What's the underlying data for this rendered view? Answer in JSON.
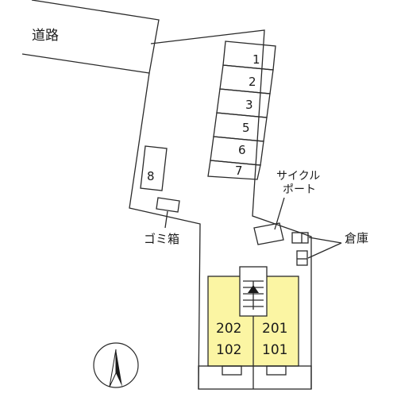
{
  "labels": {
    "road": "道路",
    "garbage": "ゴミ箱",
    "cycle_port_line1": "サイクル",
    "cycle_port_line2": "ポート",
    "storage": "倉庫"
  },
  "parking": {
    "numbers": [
      "1",
      "2",
      "3",
      "5",
      "6",
      "7",
      "8"
    ]
  },
  "units": {
    "left_upper": "202",
    "left_lower": "102",
    "right_upper": "201",
    "right_lower": "101"
  },
  "colors": {
    "building_fill": "#fbf5a3",
    "line": "#2a2a2a"
  },
  "icons": {
    "north": "north-arrow-icon",
    "stairs": "stairs-icon"
  }
}
